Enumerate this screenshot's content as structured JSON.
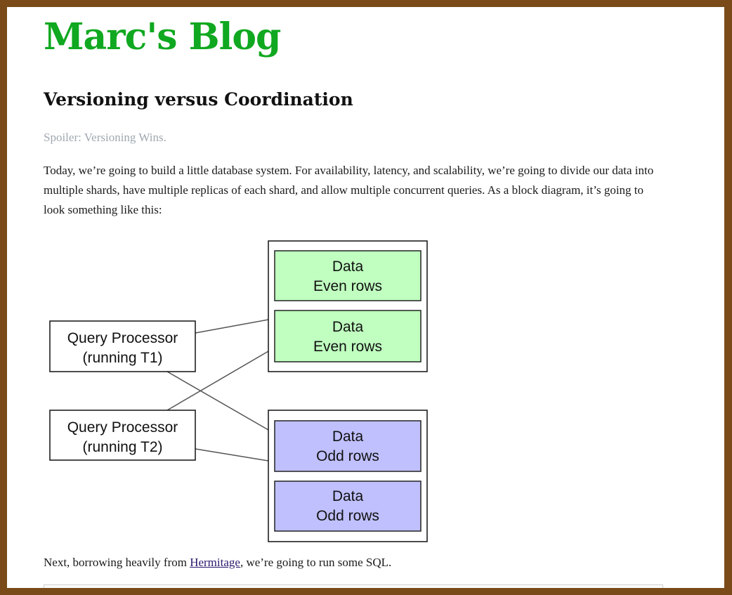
{
  "blog": {
    "title": "Marc's Blog"
  },
  "post": {
    "title": "Versioning versus Coordination",
    "spoiler": "Spoiler: Versioning Wins.",
    "intro": "Today, we’re going to build a little database system. For availability, latency, and scalability, we’re going to divide our data into multiple shards, have multiple replicas of each shard, and allow multiple concurrent queries. As a block diagram, it’s going to look something like this:",
    "next_before": "Next, borrowing heavily from ",
    "next_link": "Hermitage",
    "next_after": ", we’re going to run some SQL."
  },
  "diagram": {
    "colors": {
      "even": "#c0ffc0",
      "odd": "#c0c0ff",
      "line": "#555555"
    },
    "processors": [
      {
        "line1": "Query Processor",
        "line2": "(running T1)"
      },
      {
        "line1": "Query Processor",
        "line2": "(running T2)"
      }
    ],
    "shards": [
      {
        "color": "even",
        "replicas": [
          {
            "line1": "Data",
            "line2": "Even rows"
          },
          {
            "line1": "Data",
            "line2": "Even rows"
          }
        ]
      },
      {
        "color": "odd",
        "replicas": [
          {
            "line1": "Data",
            "line2": "Odd rows"
          },
          {
            "line1": "Data",
            "line2": "Odd rows"
          }
        ]
      }
    ]
  }
}
